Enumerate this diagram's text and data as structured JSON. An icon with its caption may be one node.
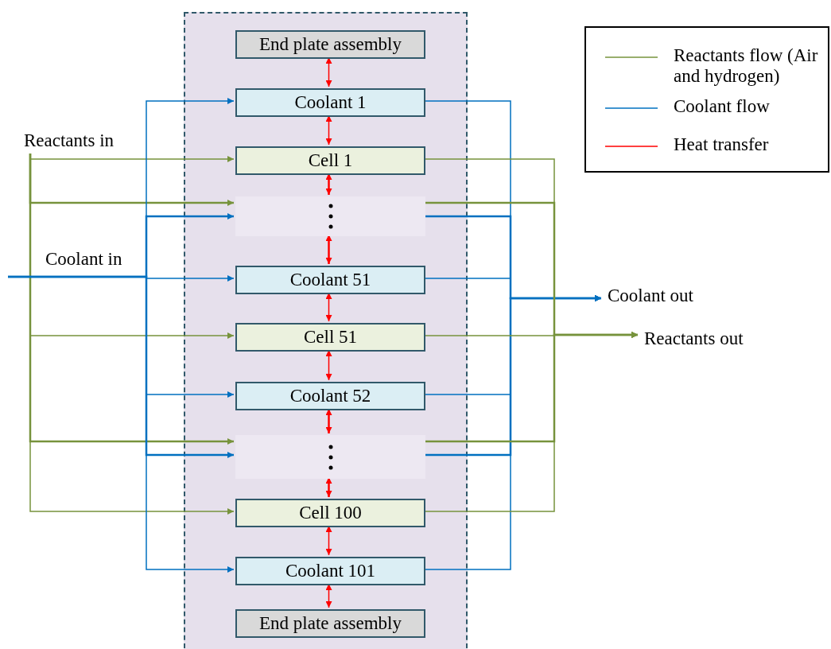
{
  "diagram": {
    "nodes": [
      {
        "text": [],
        "shape": "box"
      },
      {
        "text": [
          "End plate assembly"
        ],
        "in": 0
      },
      {
        "text": [
          "Coolant 1"
        ],
        "in": 0
      },
      {
        "text": [
          "Cell 1"
        ],
        "in": 0
      },
      {
        "text": [],
        "shape": "dots",
        "in": 0
      },
      {
        "text": [
          "Coolant 51"
        ],
        "in": 0
      },
      {
        "text": [
          "Cell 51"
        ],
        "in": 0
      },
      {
        "text": [
          "Coolant 52"
        ],
        "in": 0
      },
      {
        "text": [],
        "shape": "dots",
        "in": 0
      },
      {
        "text": [
          "Cell 100"
        ],
        "in": 0
      },
      {
        "text": [
          "Coolant 101"
        ],
        "in": 0
      },
      {
        "text": [
          "End plate assembly"
        ],
        "in": 0
      },
      {
        "text": [
          "Reactants in"
        ]
      },
      {
        "text": [
          "Coolant in"
        ]
      },
      {
        "text": [
          "Coolant out"
        ]
      },
      {
        "text": [
          "Reactants out"
        ]
      }
    ],
    "edges": [
      {
        "from": 1,
        "to": 2,
        "arrow": "both",
        "color": "#ff0000"
      },
      {
        "from": 2,
        "to": 3,
        "arrow": "both",
        "color": "#ff0000"
      },
      {
        "from": 3,
        "to": 4,
        "arrow": "both",
        "color": "#ff0000"
      },
      {
        "from": 4,
        "to": 5,
        "arrow": "both",
        "color": "#ff0000"
      },
      {
        "from": 5,
        "to": 6,
        "arrow": "both",
        "color": "#ff0000"
      },
      {
        "from": 6,
        "to": 7,
        "arrow": "both",
        "color": "#ff0000"
      },
      {
        "from": 7,
        "to": 8,
        "arrow": "both",
        "color": "#ff0000"
      },
      {
        "from": 8,
        "to": 9,
        "arrow": "both",
        "color": "#ff0000"
      },
      {
        "from": 9,
        "to": 10,
        "arrow": "both",
        "color": "#ff0000"
      },
      {
        "from": 10,
        "to": 11,
        "arrow": "both",
        "color": "#ff0000"
      },
      {
        "from": 12,
        "to": 3,
        "arrow": "to",
        "color": "#77933c"
      },
      {
        "from": 12,
        "to": 4,
        "arrow": "to",
        "color": "#77933c"
      },
      {
        "from": 12,
        "to": 6,
        "arrow": "to",
        "color": "#77933c"
      },
      {
        "from": 12,
        "to": 8,
        "arrow": "to",
        "color": "#77933c"
      },
      {
        "from": 12,
        "to": 9,
        "arrow": "to",
        "color": "#77933c"
      },
      {
        "from": 13,
        "to": 2,
        "arrow": "to"
      },
      {
        "from": 13,
        "to": 4,
        "arrow": "to"
      },
      {
        "from": 13,
        "to": 5,
        "arrow": "to"
      },
      {
        "from": 13,
        "to": 7,
        "arrow": "to"
      },
      {
        "from": 13,
        "to": 8,
        "arrow": "to"
      },
      {
        "from": 13,
        "to": 10,
        "arrow": "to"
      },
      {
        "from": 2,
        "to": 14,
        "arrow": "to"
      },
      {
        "from": 4,
        "to": 14,
        "arrow": "to"
      },
      {
        "from": 5,
        "to": 14,
        "arrow": "to"
      },
      {
        "from": 7,
        "to": 14,
        "arrow": "to"
      },
      {
        "from": 8,
        "to": 14,
        "arrow": "to"
      },
      {
        "from": 10,
        "to": 14,
        "arrow": "to"
      },
      {
        "from": 3,
        "to": 15,
        "arrow": "to",
        "color": "#77933c"
      },
      {
        "from": 4,
        "to": 15,
        "arrow": "to",
        "color": "#77933c"
      },
      {
        "from": 6,
        "to": 15,
        "arrow": "to",
        "color": "#77933c"
      },
      {
        "from": 8,
        "to": 15,
        "arrow": "to",
        "color": "#77933c"
      },
      {
        "from": 9,
        "to": 15,
        "arrow": "to",
        "color": "#77933c"
      }
    ],
    "legend": [
      {
        "text": "Reactants flow (Air and hydrogen)"
      },
      {
        "text": "Coolant flow"
      },
      {
        "text": "Heat transfer"
      }
    ]
  }
}
